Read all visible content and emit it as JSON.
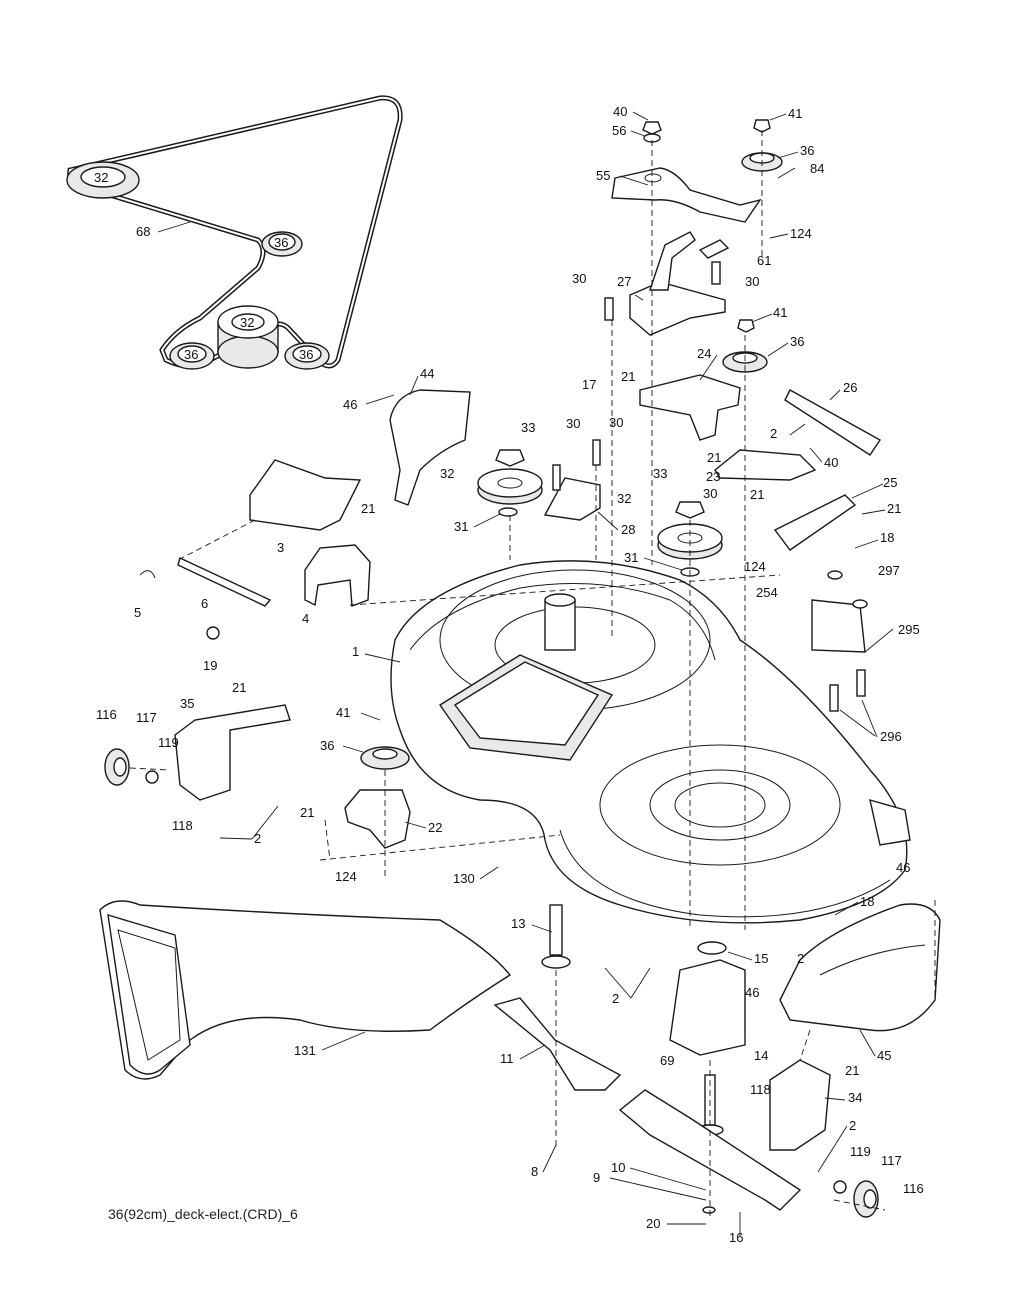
{
  "belt_diagram": {
    "pulleys": [
      "32",
      "36",
      "32",
      "36",
      "36"
    ],
    "belt_number": "68"
  },
  "callouts": [
    "40",
    "41",
    "56",
    "36",
    "84",
    "55",
    "124",
    "61",
    "30",
    "27",
    "30",
    "41",
    "36",
    "21",
    "24",
    "17",
    "26",
    "44",
    "46",
    "33",
    "30",
    "30",
    "2",
    "40",
    "21",
    "23",
    "32",
    "33",
    "32",
    "30",
    "21",
    "25",
    "21",
    "31",
    "28",
    "18",
    "31",
    "124",
    "3",
    "21",
    "297",
    "5",
    "6",
    "4",
    "254",
    "295",
    "19",
    "1",
    "296",
    "21",
    "35",
    "116",
    "117",
    "41",
    "119",
    "36",
    "22",
    "21",
    "118",
    "2",
    "124",
    "130",
    "46",
    "18",
    "13",
    "15",
    "2",
    "46",
    "2",
    "131",
    "45",
    "11",
    "14",
    "21",
    "69",
    "118",
    "34",
    "2",
    "8",
    "10",
    "119",
    "117",
    "9",
    "116",
    "20",
    "16"
  ],
  "caption": "36(92cm)_deck-elect.(CRD)_6"
}
